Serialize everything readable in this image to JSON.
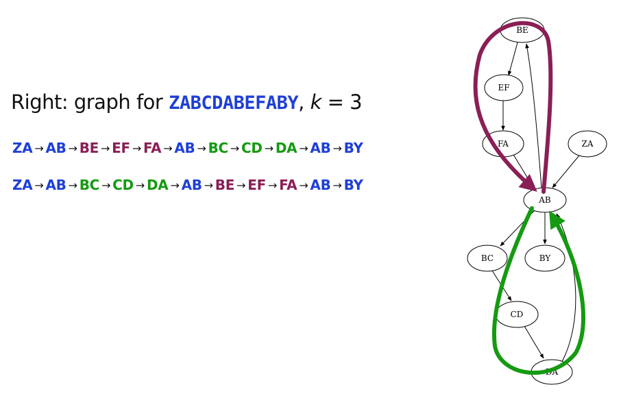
{
  "heading": {
    "prefix": "Right: graph for ",
    "sequence": "ZABCDABEFABY",
    "separator": ", ",
    "k_var": "k",
    "k_eq": " = 3"
  },
  "walks": [
    {
      "tokens": [
        {
          "label": "ZA",
          "color": "blue"
        },
        {
          "label": "AB",
          "color": "blue"
        },
        {
          "label": "BE",
          "color": "purple"
        },
        {
          "label": "EF",
          "color": "purple"
        },
        {
          "label": "FA",
          "color": "purple"
        },
        {
          "label": "AB",
          "color": "blue"
        },
        {
          "label": "BC",
          "color": "green"
        },
        {
          "label": "CD",
          "color": "green"
        },
        {
          "label": "DA",
          "color": "green"
        },
        {
          "label": "AB",
          "color": "blue"
        },
        {
          "label": "BY",
          "color": "blue"
        }
      ]
    },
    {
      "tokens": [
        {
          "label": "ZA",
          "color": "blue"
        },
        {
          "label": "AB",
          "color": "blue"
        },
        {
          "label": "BC",
          "color": "green"
        },
        {
          "label": "CD",
          "color": "green"
        },
        {
          "label": "DA",
          "color": "green"
        },
        {
          "label": "AB",
          "color": "blue"
        },
        {
          "label": "BE",
          "color": "purple"
        },
        {
          "label": "EF",
          "color": "purple"
        },
        {
          "label": "FA",
          "color": "purple"
        },
        {
          "label": "AB",
          "color": "blue"
        },
        {
          "label": "BY",
          "color": "blue"
        }
      ]
    }
  ],
  "arrow_glyph": "→",
  "colors": {
    "blue": "#1e3fd6",
    "purple": "#8a1f56",
    "green": "#159a12",
    "black": "#111111"
  },
  "graph": {
    "nodes": [
      {
        "id": "BE",
        "label": "BE"
      },
      {
        "id": "EF",
        "label": "EF"
      },
      {
        "id": "FA",
        "label": "FA"
      },
      {
        "id": "ZA",
        "label": "ZA"
      },
      {
        "id": "AB",
        "label": "AB"
      },
      {
        "id": "BC",
        "label": "BC"
      },
      {
        "id": "BY",
        "label": "BY"
      },
      {
        "id": "CD",
        "label": "CD"
      },
      {
        "id": "DA",
        "label": "DA"
      }
    ],
    "edges": [
      {
        "from": "BE",
        "to": "EF"
      },
      {
        "from": "EF",
        "to": "FA"
      },
      {
        "from": "FA",
        "to": "AB"
      },
      {
        "from": "ZA",
        "to": "AB"
      },
      {
        "from": "AB",
        "to": "BE"
      },
      {
        "from": "AB",
        "to": "BC"
      },
      {
        "from": "AB",
        "to": "BY"
      },
      {
        "from": "BC",
        "to": "CD"
      },
      {
        "from": "CD",
        "to": "DA"
      },
      {
        "from": "DA",
        "to": "AB"
      }
    ],
    "highlight_loops": [
      {
        "through": [
          "BE",
          "EF",
          "FA"
        ],
        "color": "purple"
      },
      {
        "through": [
          "BC",
          "CD",
          "DA"
        ],
        "color": "green"
      }
    ]
  }
}
